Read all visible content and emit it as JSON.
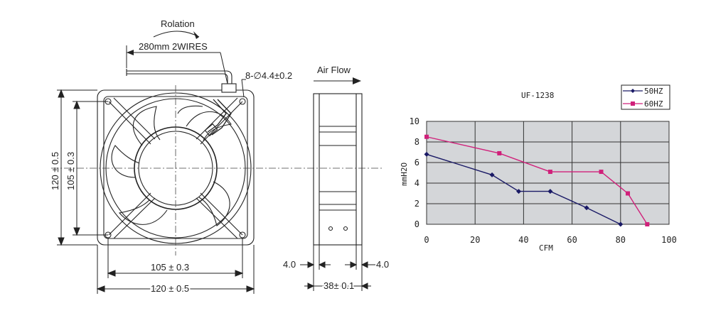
{
  "labels": {
    "rotation": "Rolation",
    "wires": "280mm 2WIRES",
    "holes": "8-∅4.4±0.2",
    "air_flow": "Air Flow",
    "height_outer": "120 ± 0.5",
    "height_inner": "105 ± 0.3",
    "width_inner": "105 ± 0.3",
    "width_outer": "120 ± 0.5",
    "flange_left": "4.0",
    "flange_right": "4.0",
    "depth": "38± 0.1"
  },
  "chart_data": {
    "type": "line",
    "title": "UF-1238",
    "xlabel": "CFM",
    "ylabel": "mmH2O",
    "xlim": [
      0,
      100
    ],
    "ylim": [
      0,
      10
    ],
    "x_ticks": [
      "0",
      "20",
      "40",
      "60",
      "80",
      "100"
    ],
    "y_ticks": [
      "0",
      "2",
      "4",
      "6",
      "8",
      "10"
    ],
    "grid": true,
    "legend_position": "top-right",
    "series": [
      {
        "name": "50HZ",
        "color": "#1a1a66",
        "marker": "diamond",
        "points": [
          [
            0,
            6.8
          ],
          [
            27,
            4.8
          ],
          [
            38,
            3.2
          ],
          [
            51,
            3.2
          ],
          [
            66,
            1.6
          ],
          [
            80,
            0
          ]
        ]
      },
      {
        "name": "60HZ",
        "color": "#d0207a",
        "marker": "square",
        "points": [
          [
            0,
            8.5
          ],
          [
            30,
            6.9
          ],
          [
            51,
            5.1
          ],
          [
            72,
            5.1
          ],
          [
            83,
            3.0
          ],
          [
            91,
            0
          ]
        ]
      }
    ]
  }
}
